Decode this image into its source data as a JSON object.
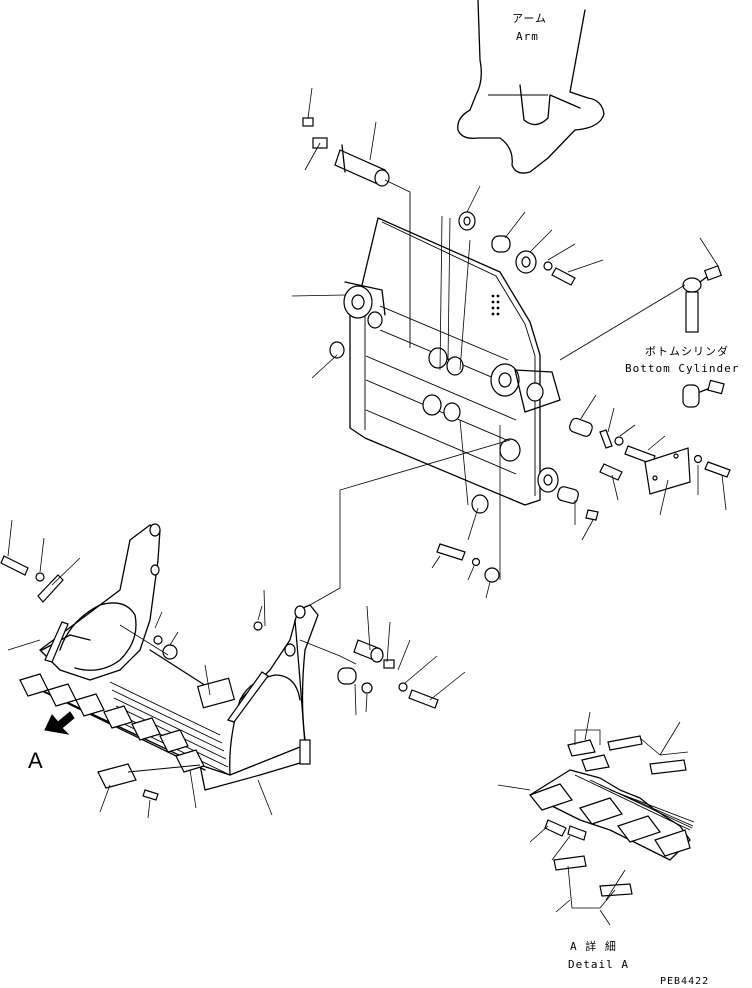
{
  "labels": {
    "arm_jp": "アーム",
    "arm_en": "Arm",
    "bottom_cylinder_jp": "ボトムシリンダ",
    "bottom_cylinder_en": "Bottom Cylinder",
    "view_a": "A",
    "detail_jp": "A 詳 細",
    "detail_en": "Detail A",
    "drawing_code": "PEB4422"
  }
}
